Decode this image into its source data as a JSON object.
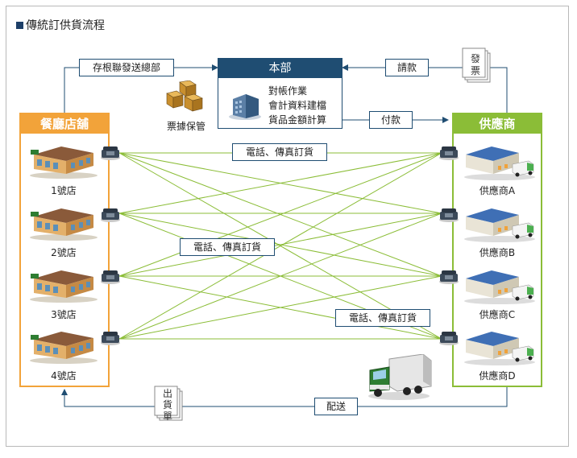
{
  "title": "傳統訂供貨流程",
  "headquarters": {
    "title": "本部",
    "tasks": [
      "對帳作業",
      "會計資料建檔",
      "貨品金額計算"
    ]
  },
  "receipt_storage": "票據保管",
  "restaurants": {
    "title": "餐廳店舖",
    "stores": [
      "1號店",
      "2號店",
      "3號店",
      "4號店"
    ]
  },
  "suppliers": {
    "title": "供應商",
    "items": [
      "供應商A",
      "供應商B",
      "供應商C",
      "供應商D"
    ]
  },
  "flows": {
    "stub_to_hq": "存根聯發送總部",
    "request_payment": "請款",
    "payment": "付款",
    "invoice": "發票",
    "delivery": "配送",
    "delivery_slip": "出貨單",
    "order_top": "電話、傳真訂貨",
    "order_middle": "電話、傳真訂貨",
    "order_bottom": "電話、傳真訂貨"
  },
  "colors": {
    "navy": "#1f4d72",
    "orange": "#f2a33a",
    "green": "#8bbd37"
  }
}
